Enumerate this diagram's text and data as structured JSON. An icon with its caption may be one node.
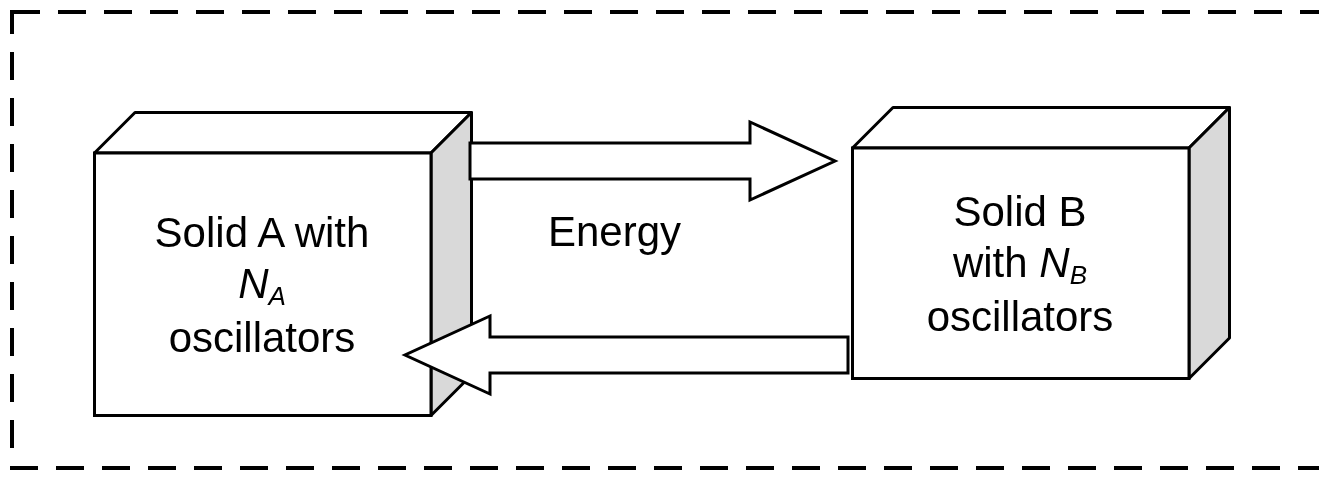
{
  "diagram": {
    "nodes": [
      {
        "text": [],
        "shape": "box"
      },
      {
        "text": [
          "Solid A with *N*$_{A}$ oscillators"
        ],
        "in": 0
      },
      {
        "text": [
          "Solid B with *N*$_{B}$ oscillators"
        ],
        "in": 0
      }
    ],
    "edges": [
      {
        "from": 1,
        "to": 2,
        "arrow": "to"
      },
      {
        "from": 2,
        "to": 1,
        "arrow": "to"
      }
    ],
    "labels": [
      "Energy"
    ]
  }
}
